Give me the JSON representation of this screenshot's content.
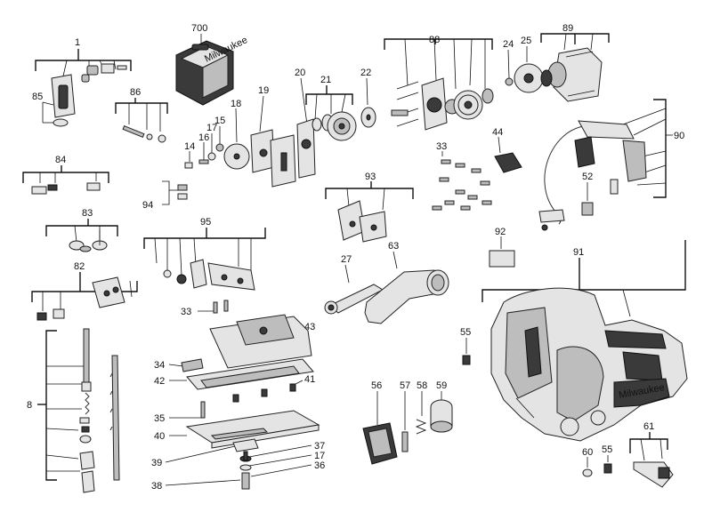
{
  "labels": {
    "l1": "1",
    "l700": "700",
    "l88": "88",
    "l24": "24",
    "l25": "25",
    "l89": "89",
    "l85": "85",
    "l86": "86",
    "l19": "19",
    "l20": "20",
    "l21": "21",
    "l22": "22",
    "l18": "18",
    "l15": "15",
    "l17a": "17",
    "l16": "16",
    "l14": "14",
    "l84": "84",
    "l33a": "33",
    "l44": "44",
    "l90": "90",
    "l52": "52",
    "l94": "94",
    "l93": "93",
    "l83": "83",
    "l95": "95",
    "l92": "92",
    "l27": "27",
    "l63": "63",
    "l82": "82",
    "l91": "91",
    "l33b": "33",
    "l55a": "55",
    "l43": "43",
    "l8": "8",
    "l34": "34",
    "l42": "42",
    "l41": "41",
    "l35": "35",
    "l56": "56",
    "l57": "57",
    "l58": "58",
    "l59": "59",
    "l40": "40",
    "l37": "37",
    "l39": "39",
    "l17b": "17",
    "l38": "38",
    "l36": "36",
    "l61": "61",
    "l60": "60",
    "l55b": "55"
  },
  "case_logo": "Milwaukee",
  "tool_logo": "Milwaukee"
}
